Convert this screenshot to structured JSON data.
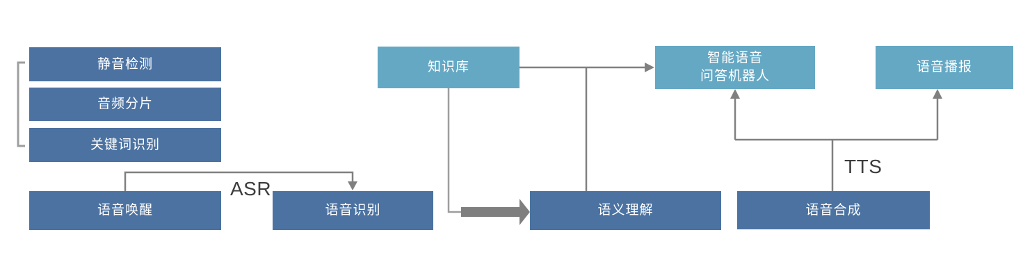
{
  "diagram": {
    "title": "speech-ai-architecture-flowchart",
    "colors": {
      "dark_box_fill": "#4B72A1",
      "light_box_fill": "#64A8C4",
      "connector_gray": "#808080",
      "thick_arrow_gray": "#7F7F7F",
      "bracket_gray": "#9E9E9E",
      "box_text": "#FFFFFF",
      "annotation_text": "#3D3D3D",
      "background": "#FFFFFF"
    },
    "boxes": [
      {
        "id": "silence-detection",
        "label": "静音检测",
        "variant": "dark"
      },
      {
        "id": "audio-slicing",
        "label": "音频分片",
        "variant": "dark"
      },
      {
        "id": "keyword-recognition",
        "label": "关键词识别",
        "variant": "dark"
      },
      {
        "id": "voice-wakeup",
        "label": "语音唤醒",
        "variant": "dark"
      },
      {
        "id": "speech-recognition",
        "label": "语音识别",
        "variant": "dark"
      },
      {
        "id": "knowledge-base",
        "label": "知识库",
        "variant": "light"
      },
      {
        "id": "semantic-understanding",
        "label": "语义理解",
        "variant": "dark"
      },
      {
        "id": "speech-synthesis",
        "label": "语音合成",
        "variant": "dark"
      },
      {
        "id": "qa-robot",
        "label": "智能语音\n问答机器人",
        "variant": "light"
      },
      {
        "id": "voice-broadcast",
        "label": "语音播报",
        "variant": "light"
      }
    ],
    "annotations": {
      "asr": "ASR",
      "tts": "TTS"
    },
    "connections": [
      {
        "from": "voice-wakeup",
        "to": "speech-recognition",
        "label": "ASR",
        "style": "elbow-arrow"
      },
      {
        "from": "knowledge-base",
        "to": "qa-robot",
        "style": "arrow"
      },
      {
        "from": "knowledge-base-arrow",
        "to": "semantic-understanding",
        "style": "branch-line"
      },
      {
        "from": "knowledge-base",
        "to": "semantic-understanding",
        "style": "thick-block-arrow"
      },
      {
        "from": "speech-synthesis",
        "to": "qa-robot",
        "label": "TTS",
        "style": "tree-arrow"
      },
      {
        "from": "speech-synthesis",
        "to": "voice-broadcast",
        "label": "TTS",
        "style": "tree-arrow"
      }
    ]
  }
}
